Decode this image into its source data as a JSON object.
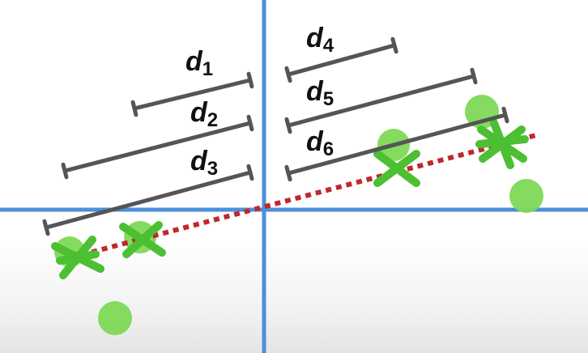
{
  "colors": {
    "axis": "#4a90d9",
    "bracket": "#555555",
    "dot": "#7ed957",
    "cross": "#4cbf32",
    "regression": "#c0282b",
    "label": "#111111"
  },
  "labels": {
    "d1": {
      "main": "d",
      "sub": "1"
    },
    "d2": {
      "main": "d",
      "sub": "2"
    },
    "d3": {
      "main": "d",
      "sub": "3"
    },
    "d4": {
      "main": "d",
      "sub": "4"
    },
    "d5": {
      "main": "d",
      "sub": "5"
    },
    "d6": {
      "main": "d",
      "sub": "6"
    }
  }
}
